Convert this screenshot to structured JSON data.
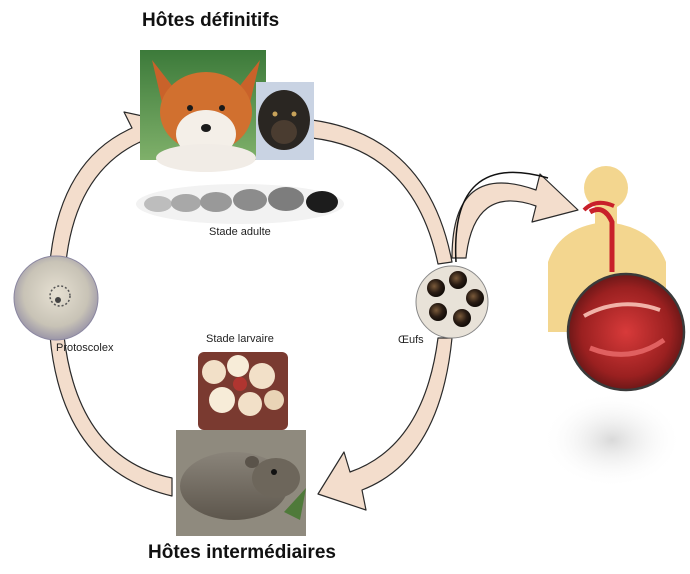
{
  "titles": {
    "definitive_hosts": "Hôtes définitifs",
    "intermediate_hosts": "Hôtes intermédiaires"
  },
  "labels": {
    "adult_stage": "Stade adulte",
    "larval_stage": "Stade larvaire",
    "eggs": "Œufs",
    "protoscolex": "Protoscolex"
  },
  "colors": {
    "arrow_fill": "#f3ddcc",
    "arrow_stroke": "#2a2a2a",
    "human_body": "#f3d68f",
    "organ_red": "#c8202a"
  }
}
